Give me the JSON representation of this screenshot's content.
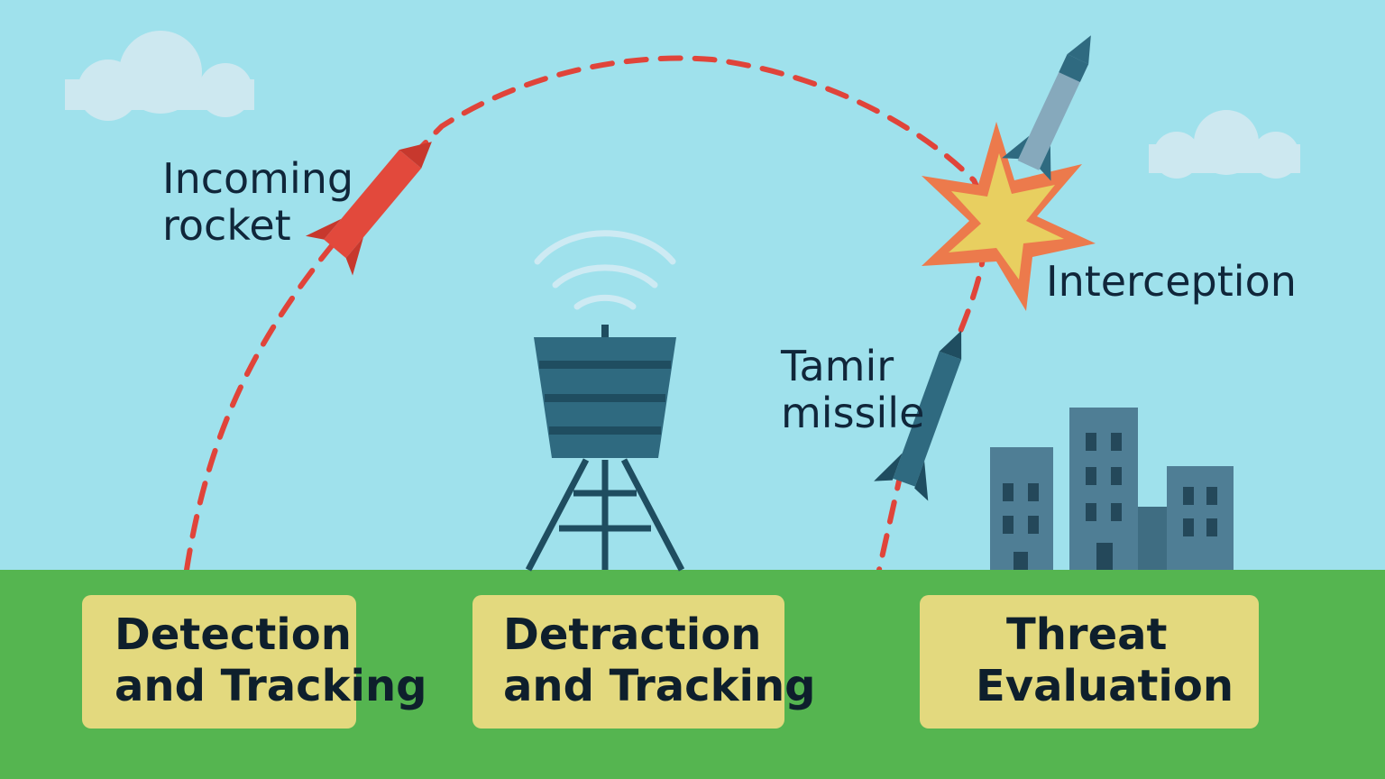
{
  "labels": {
    "incoming": [
      "Incoming",
      "rocket"
    ],
    "interception": "Interception",
    "tamir": [
      "Tamir",
      "missile"
    ]
  },
  "boxes": [
    {
      "lines": [
        "Detection",
        "and Tracking"
      ]
    },
    {
      "lines": [
        "Detraction",
        "and Tracking"
      ]
    },
    {
      "lines": [
        "Threat",
        "Evaluation"
      ]
    }
  ],
  "colors": {
    "sky": "#9fe1ec",
    "ground": "#55b550",
    "box": "#e3d97e",
    "rocket": "#e2493c",
    "trajectory": "#e0443a",
    "radar": "#2f6a80",
    "buildings": "#4f7e95",
    "explosion_outer": "#ec7a4c",
    "explosion_inner": "#e8cf60"
  }
}
